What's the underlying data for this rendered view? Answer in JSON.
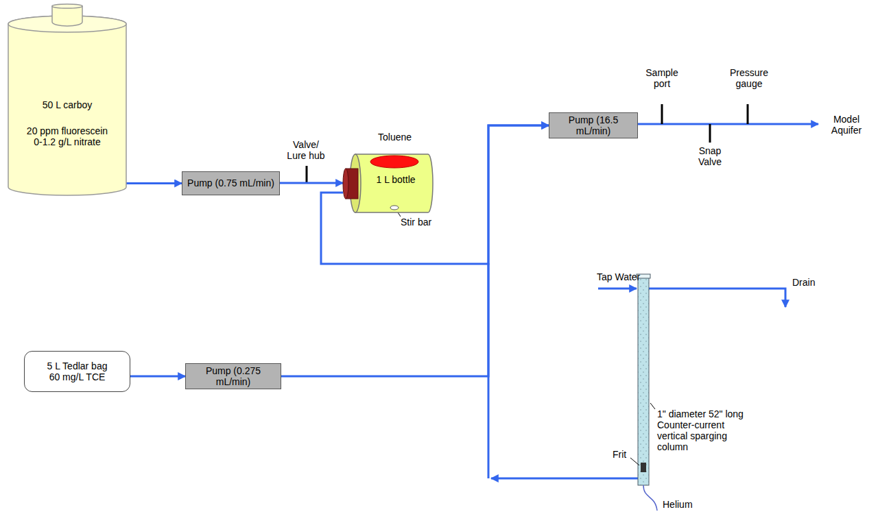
{
  "diagram": {
    "nodes": [
      {
        "text": [
          "50 L carboy",
          "20 ppm fluorescein 0-1.2 g/L nitrate"
        ]
      },
      {
        "text": [
          "Pump (0.75 mL/min)"
        ]
      },
      {
        "text": [
          "1 L bottle"
        ]
      },
      {
        "text": [
          "Pump (16.5 mL/min)"
        ]
      },
      {
        "text": [
          "5 L Tedlar bag",
          "60 mg/L TCE"
        ]
      },
      {
        "text": [
          "Pump (0.275 mL/min)"
        ]
      }
    ],
    "edges": [
      {
        "from": 0,
        "to": 1,
        "arrow": "to"
      },
      {
        "from": 1,
        "to": 2,
        "arrow": "to"
      },
      {
        "from": 2,
        "to": 3,
        "arrow": "to"
      },
      {
        "from": 4,
        "to": 5,
        "arrow": "to"
      },
      {
        "from": 5,
        "to": 3,
        "arrow": "to"
      }
    ],
    "labels": [
      "Valve/ Lure hub",
      "Toluene",
      "Stir bar",
      "Sample port",
      "Pressure gauge",
      "Snap Valve",
      "Model Aquifer",
      "Tap Water",
      "Drain",
      "1\" diameter 52\" long Counter-current vertical sparging column",
      "Frit",
      "Helium"
    ]
  }
}
